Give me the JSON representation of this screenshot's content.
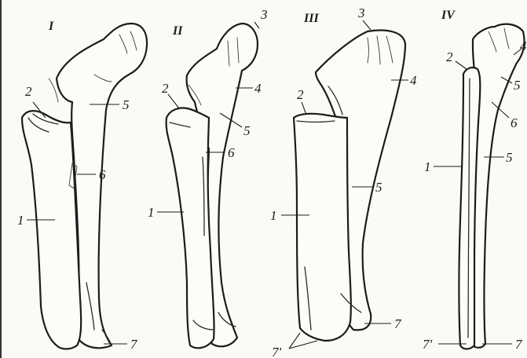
{
  "panels": [
    {
      "id": "I",
      "label": "I"
    },
    {
      "id": "II",
      "label": "II"
    },
    {
      "id": "III",
      "label": "III"
    },
    {
      "id": "IV",
      "label": "IV"
    }
  ],
  "callouts": {
    "n1": "1",
    "n2": "2",
    "n3": "3",
    "n4": "4",
    "n5": "5",
    "n6": "6",
    "n7": "7",
    "n7p": "7'"
  },
  "colors": {
    "ink": "#1c1c1c",
    "paper": "#fdfcf8"
  }
}
